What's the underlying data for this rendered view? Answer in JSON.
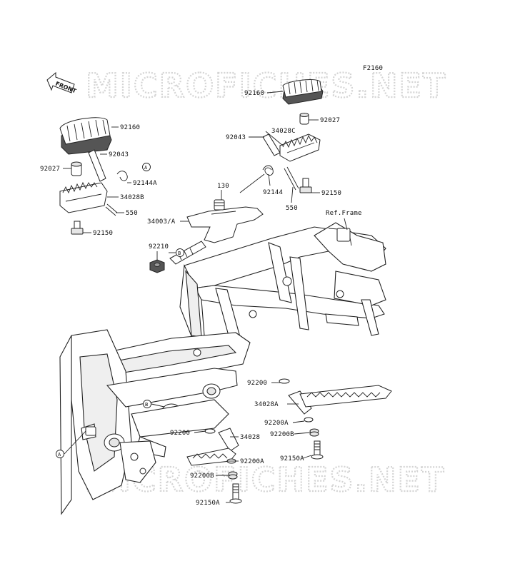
{
  "figure_code": "F2160",
  "front_label": "FRONT",
  "watermark": "MICROFICHES.NET",
  "ref_frame": "Ref.Frame",
  "callouts": {
    "A": "A",
    "B": "B"
  },
  "parts": {
    "p92160_top": "92160",
    "p92027_top": "92027",
    "p92043_top": "92043",
    "p34028C": "34028C",
    "p92144": "92144",
    "p550_right": "550",
    "p92150_right": "92150",
    "p92160_left": "92160",
    "p92043_left": "92043",
    "p92027_left": "92027",
    "p92144A": "92144A",
    "p34028B": "34028B",
    "p550_left": "550",
    "p92150_left": "92150",
    "p130": "130",
    "p34003A": "34003/A",
    "p92210": "92210",
    "p92200_upper": "92200",
    "p34028A": "34028A",
    "p92200A_upper": "92200A",
    "p92200B_upper": "92200B",
    "p92150A_upper": "92150A",
    "p92200_lower": "92200",
    "p34028": "34028",
    "p92200A_lower": "92200A",
    "p92200B_lower": "92200B",
    "p92150A_lower": "92150A"
  }
}
